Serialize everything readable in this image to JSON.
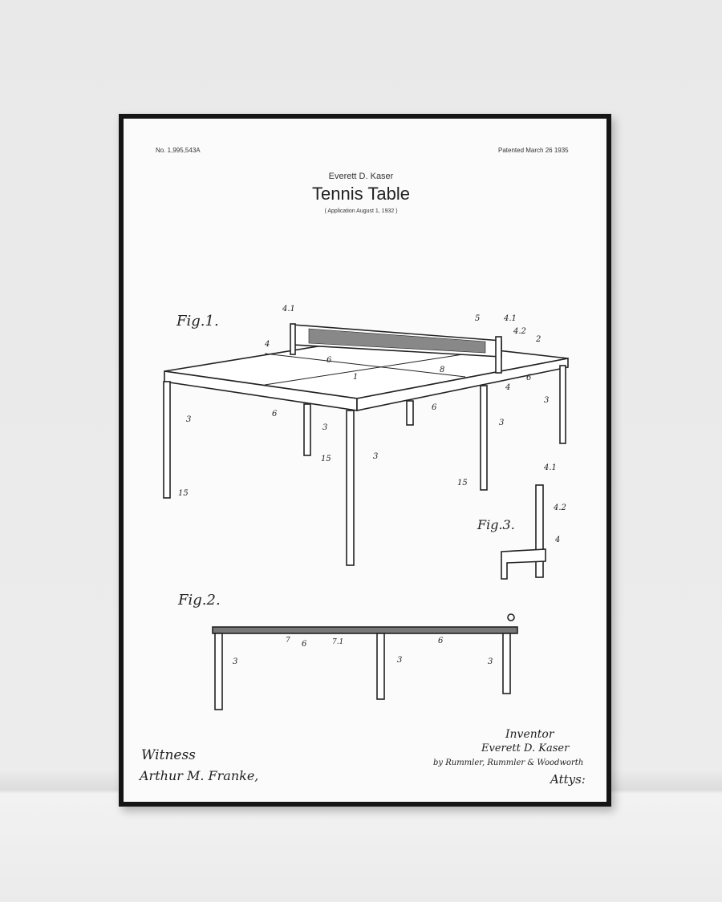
{
  "poster": {
    "patent_number": "No. 1,995,543A",
    "patented_date": "Patented March 26 1935",
    "inventor_name": "Everett D. Kaser",
    "title": "Tennis Table",
    "application": "( Application  August 1, 1932 )",
    "figures": {
      "fig1": "Fig.1.",
      "fig2": "Fig.2.",
      "fig3": "Fig.3."
    },
    "part_labels": {
      "p41": "4.1",
      "p42": "4.2",
      "p4": "4",
      "p5": "5",
      "p2": "2",
      "p6": "6",
      "p1": "1",
      "p8": "8",
      "p3": "3",
      "p15": "15",
      "p7": "7",
      "p71": "7.1"
    },
    "witness_label": "Witness",
    "witness_signature": "Arthur M. Franke,",
    "inventor_label": "Inventor",
    "inventor_signature": "Everett D. Kaser",
    "attorneys_signature": "by Rummler, Rummler & Woodworth",
    "attorneys_label": "Attys:"
  }
}
